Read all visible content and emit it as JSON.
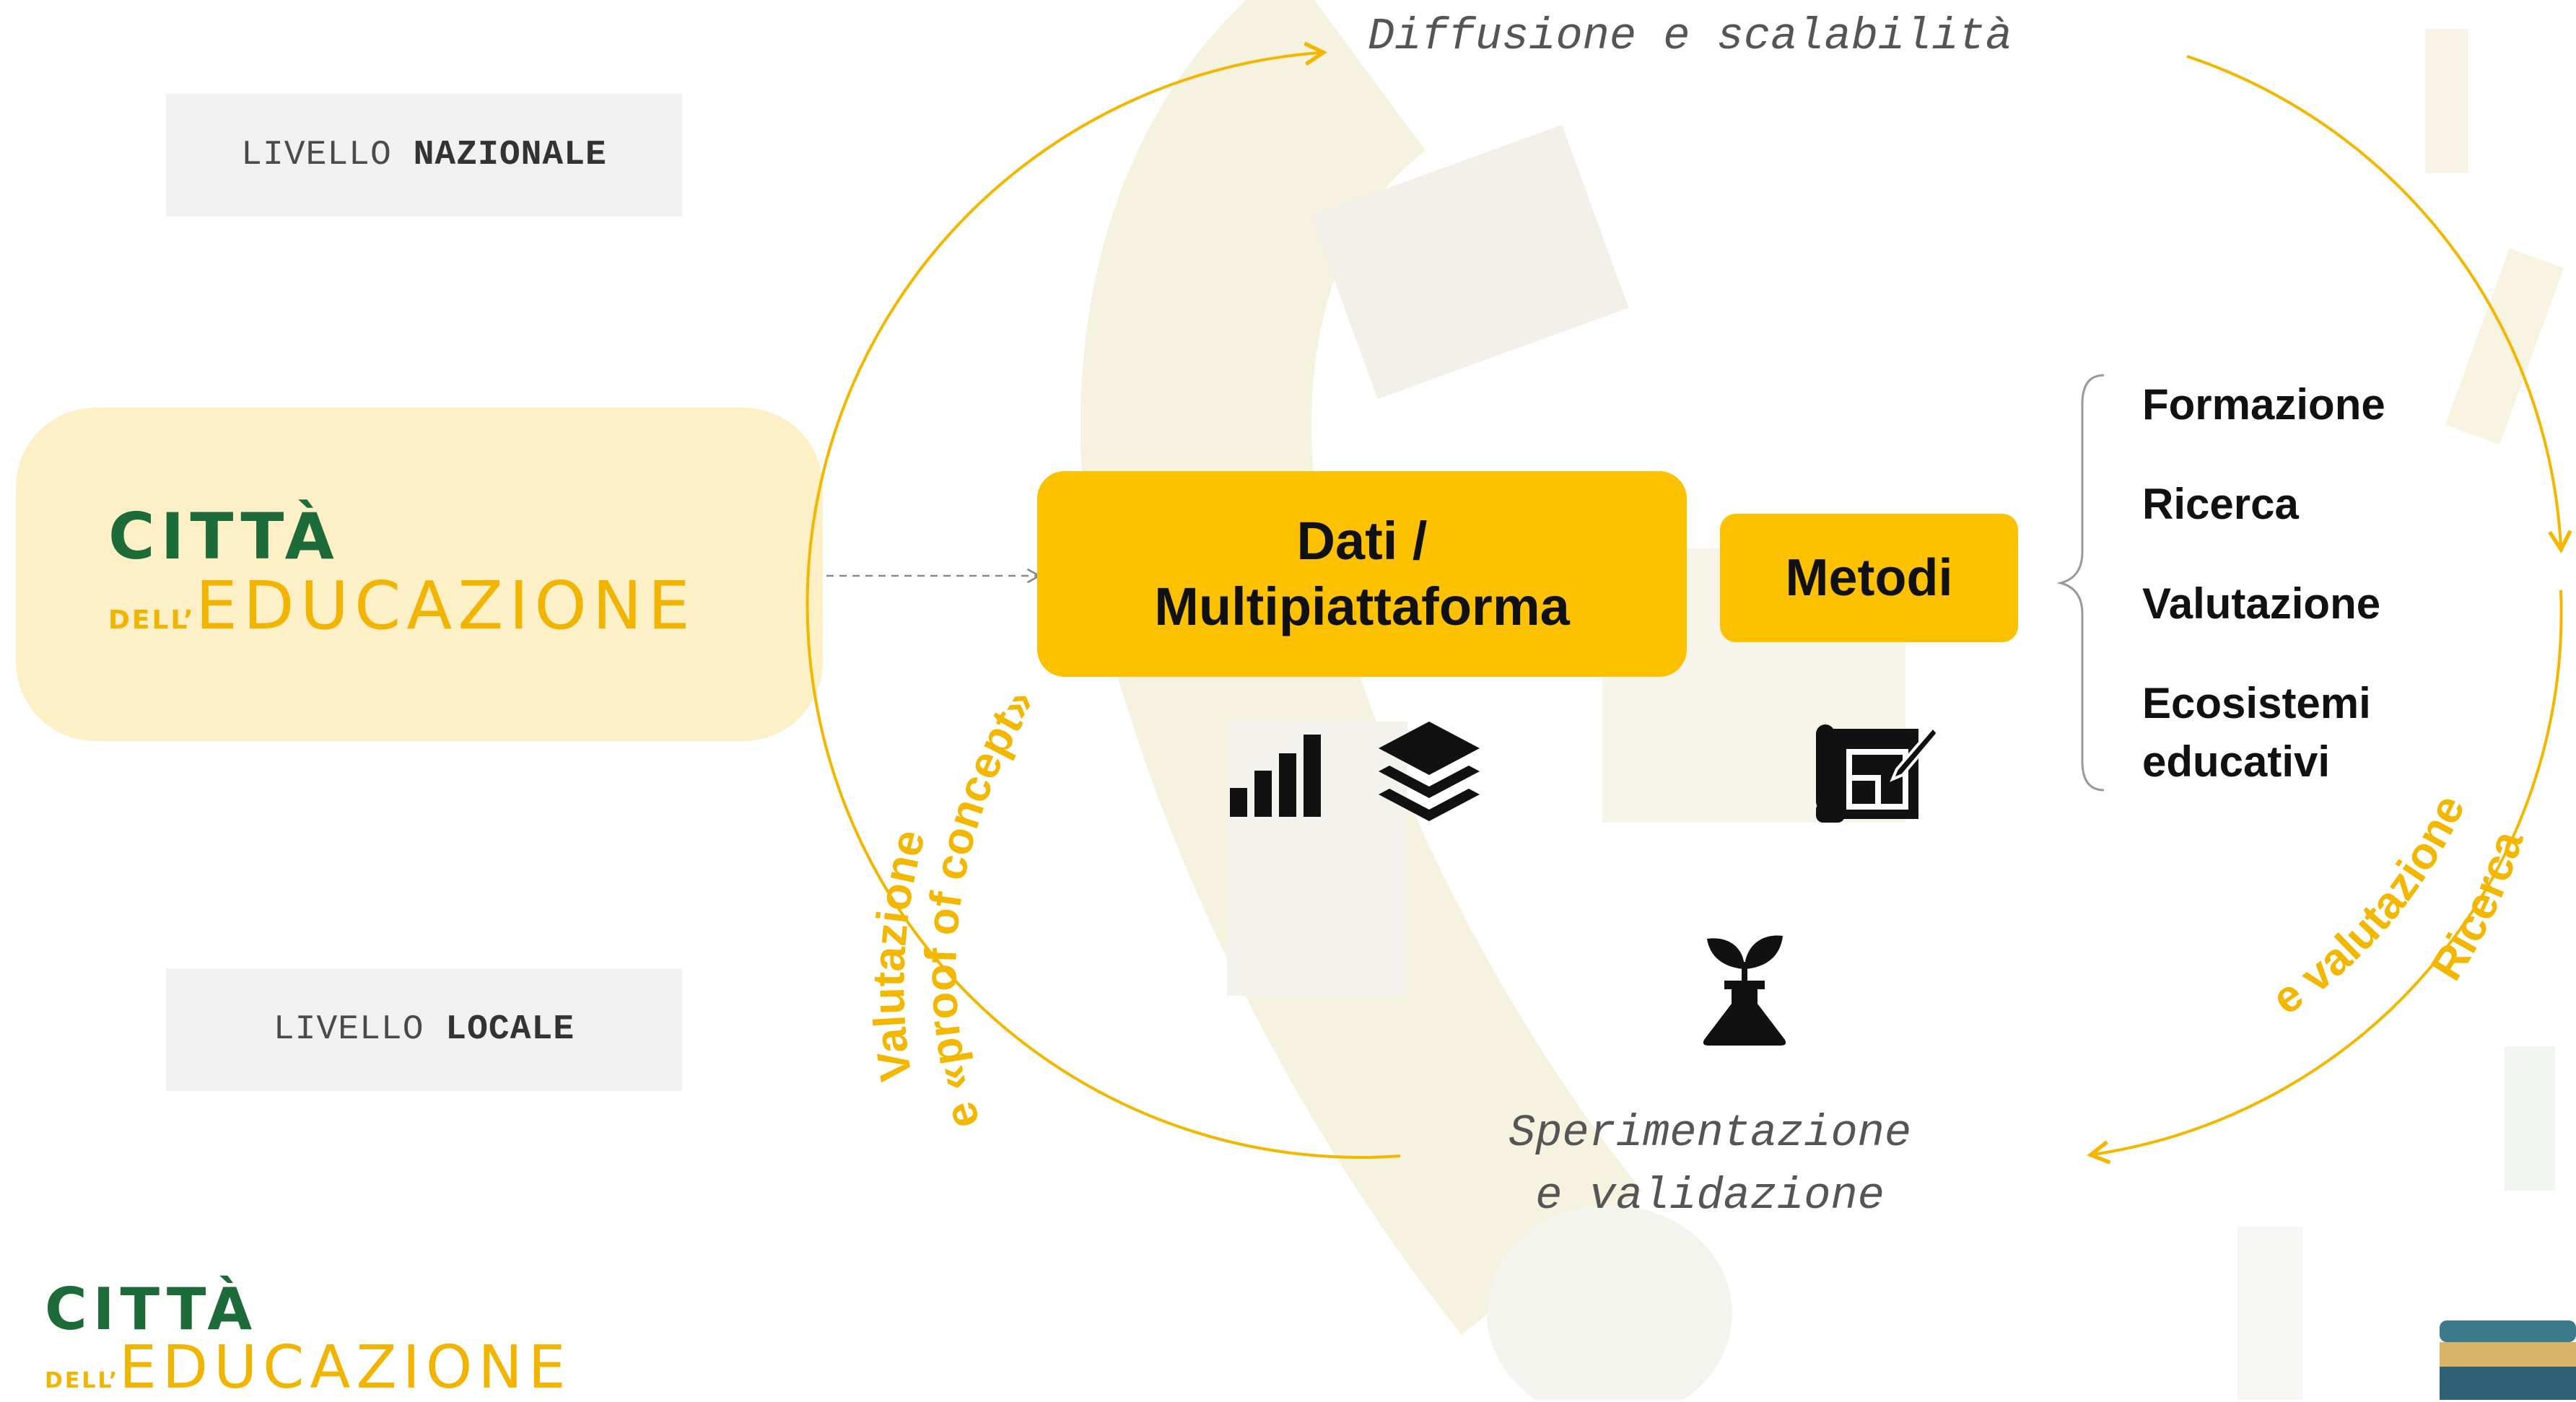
{
  "levels": {
    "nazionale": {
      "prefix": "LIVELLO ",
      "bold": "NAZIONALE"
    },
    "locale": {
      "prefix": "LIVELLO ",
      "bold": "LOCALE"
    }
  },
  "logo": {
    "line1": "CITTÀ",
    "dell": "DELL’",
    "line2": "EDUCAZIONE"
  },
  "cycle": {
    "top": "Diffusione e scalabilità",
    "bottom_line1": "Sperimentazione",
    "bottom_line2": "e validazione",
    "left_arc_outer": "Valutazione",
    "left_arc_inner": "e «proof of concept»",
    "right_arc_outer": "Ricerca",
    "right_arc_inner": "e valutazione"
  },
  "boxes": {
    "dati_line1": "Dati /",
    "dati_line2": "Multipiattaforma",
    "metodi": "Metodi"
  },
  "methods_list": [
    "Formazione",
    "Ricerca",
    "Valutazione",
    "Ecosistemi",
    "educativi"
  ],
  "icons": [
    "bar-chart-icon",
    "layers-icon",
    "blueprint-icon",
    "flask-plant-icon"
  ],
  "colors": {
    "accent": "#fcc100",
    "arc": "#f4b700",
    "green": "#1e6b3a"
  }
}
